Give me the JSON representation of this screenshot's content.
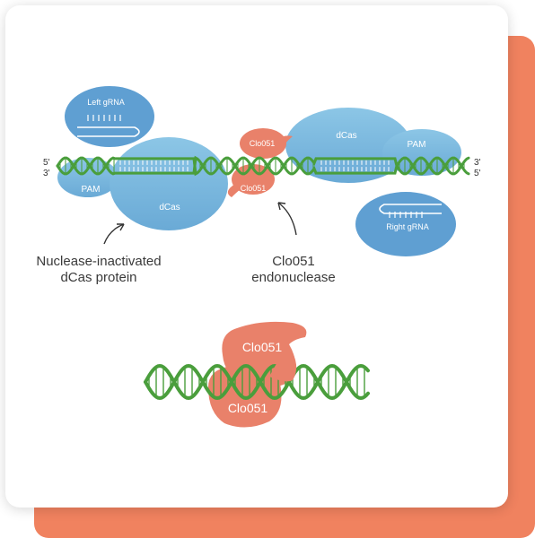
{
  "strand_ends": {
    "left_top": "5'",
    "left_bottom": "3'",
    "right_top": "3'",
    "right_bottom": "5'"
  },
  "labels": {
    "left_grna": "Left gRNA",
    "right_grna": "Right gRNA",
    "pam_left": "PAM",
    "pam_right": "PAM",
    "dcas_left": "dCas",
    "dcas_right": "dCas",
    "clo051_top": "Clo051",
    "clo051_bottom": "Clo051",
    "clo051_lower_top": "Clo051",
    "clo051_lower_bottom": "Clo051"
  },
  "captions": {
    "dcas_line1": "Nuclease-inactivated",
    "dcas_line2": "dCas protein",
    "clo_line1": "Clo051",
    "clo_line2": "endonuclease"
  },
  "colors": {
    "card_back": "#f0825f",
    "dcas_blue": "#7ab8dc",
    "grna_blue": "#5f9fd2",
    "clo051": "#e9816a",
    "dna_green": "#4a9e3c"
  }
}
